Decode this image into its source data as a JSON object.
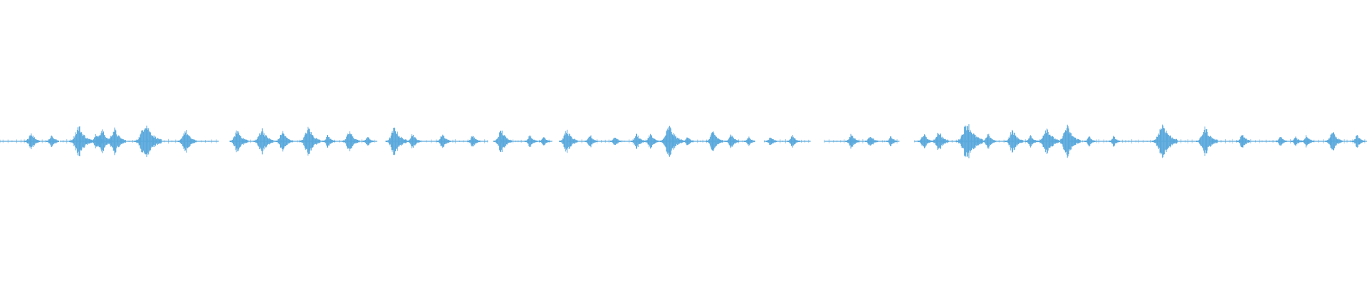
{
  "waveform": {
    "color": "#5aa9dc",
    "max_level": 0.15,
    "segments": [
      [
        0.0,
        0.043
      ],
      [
        0.044,
        0.116
      ],
      [
        0.117,
        0.16
      ],
      [
        0.17,
        0.276
      ],
      [
        0.286,
        0.357
      ],
      [
        0.367,
        0.404
      ],
      [
        0.415,
        0.55
      ],
      [
        0.559,
        0.593
      ],
      [
        0.603,
        0.658
      ],
      [
        0.669,
        0.718
      ],
      [
        0.729,
        0.774
      ],
      [
        0.782,
        0.875
      ],
      [
        0.885,
        0.91
      ],
      [
        0.915,
        1.0
      ]
    ],
    "bursts": [
      [
        0.023,
        0.07
      ],
      [
        0.038,
        0.05
      ],
      [
        0.058,
        0.12
      ],
      [
        0.071,
        0.07
      ],
      [
        0.075,
        0.09
      ],
      [
        0.084,
        0.1
      ],
      [
        0.107,
        0.15
      ],
      [
        0.136,
        0.09
      ],
      [
        0.174,
        0.09
      ],
      [
        0.192,
        0.1
      ],
      [
        0.207,
        0.08
      ],
      [
        0.226,
        0.11
      ],
      [
        0.24,
        0.05
      ],
      [
        0.256,
        0.08
      ],
      [
        0.269,
        0.04
      ],
      [
        0.289,
        0.11
      ],
      [
        0.302,
        0.06
      ],
      [
        0.324,
        0.06
      ],
      [
        0.346,
        0.05
      ],
      [
        0.367,
        0.09
      ],
      [
        0.388,
        0.05
      ],
      [
        0.398,
        0.04
      ],
      [
        0.415,
        0.09
      ],
      [
        0.432,
        0.05
      ],
      [
        0.45,
        0.04
      ],
      [
        0.466,
        0.06
      ],
      [
        0.476,
        0.06
      ],
      [
        0.49,
        0.12
      ],
      [
        0.503,
        0.04
      ],
      [
        0.522,
        0.08
      ],
      [
        0.535,
        0.06
      ],
      [
        0.548,
        0.04
      ],
      [
        0.564,
        0.04
      ],
      [
        0.58,
        0.05
      ],
      [
        0.623,
        0.06
      ],
      [
        0.637,
        0.05
      ],
      [
        0.652,
        0.04
      ],
      [
        0.676,
        0.06
      ],
      [
        0.687,
        0.08
      ],
      [
        0.708,
        0.15
      ],
      [
        0.723,
        0.06
      ],
      [
        0.741,
        0.09
      ],
      [
        0.754,
        0.05
      ],
      [
        0.766,
        0.11
      ],
      [
        0.781,
        0.12
      ],
      [
        0.797,
        0.04
      ],
      [
        0.815,
        0.04
      ],
      [
        0.851,
        0.14
      ],
      [
        0.882,
        0.11
      ],
      [
        0.909,
        0.06
      ],
      [
        0.937,
        0.04
      ],
      [
        0.948,
        0.04
      ],
      [
        0.956,
        0.05
      ],
      [
        0.975,
        0.08
      ],
      [
        0.993,
        0.05
      ]
    ]
  }
}
